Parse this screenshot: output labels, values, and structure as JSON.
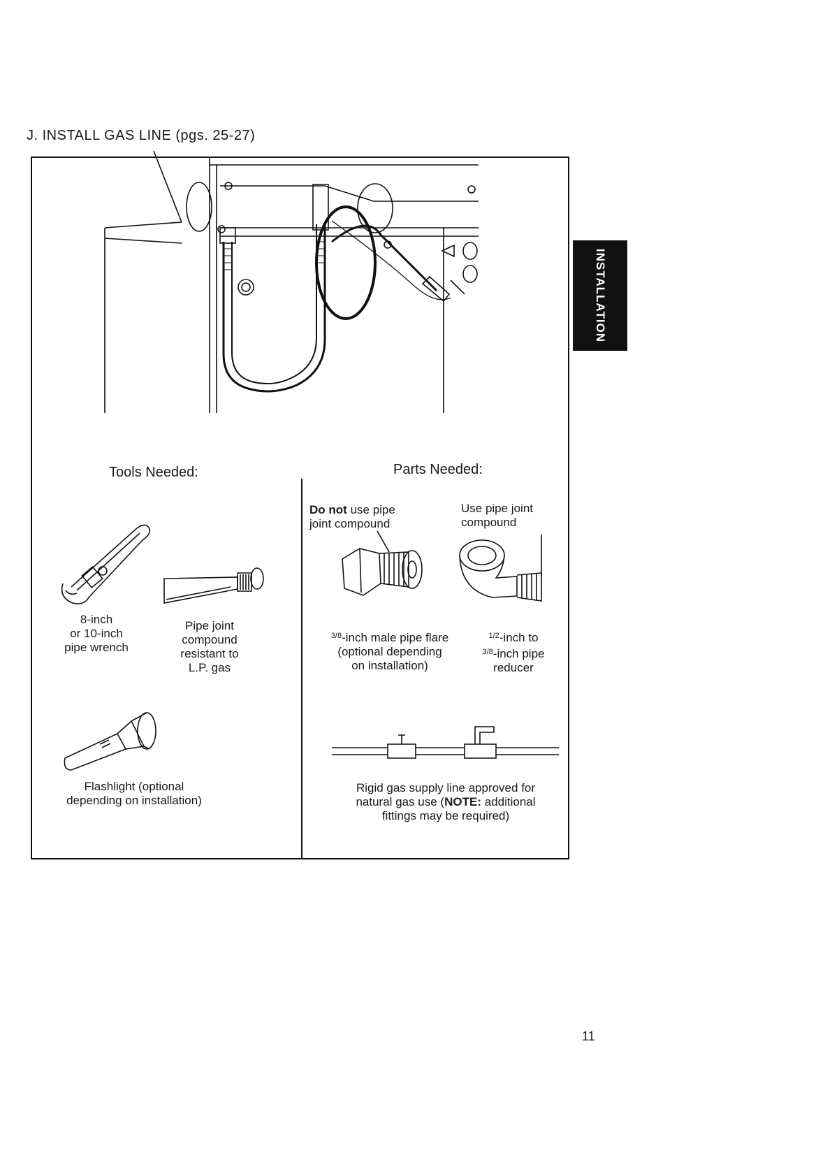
{
  "header": {
    "title": "J. INSTALL GAS LINE (pgs. 25-27)"
  },
  "side_tab": {
    "label": "INSTALLATION"
  },
  "tools": {
    "heading": "Tools Needed:",
    "wrench_caption": [
      "8-inch",
      "or 10-inch",
      "pipe wrench"
    ],
    "compound_caption": [
      "Pipe joint",
      "compound",
      "resistant to",
      "L.P. gas"
    ],
    "flashlight_caption": [
      "Flashlight (optional",
      "depending on installation)"
    ]
  },
  "parts": {
    "heading": "Parts Needed:",
    "do_not_bold": "Do not",
    "do_not_rest": "use pipe",
    "do_not_line2": "joint compound",
    "use_compound": [
      "Use pipe joint",
      "compound"
    ],
    "flare_frac": "3/8",
    "flare_caption_1": "-inch male pipe flare",
    "flare_caption_2": "(optional depending",
    "flare_caption_3": "on installation)",
    "reducer_frac_1": "1/2",
    "reducer_caption_1": "-inch to",
    "reducer_frac_2": "3/8",
    "reducer_caption_2": "-inch pipe",
    "reducer_caption_3": "reducer",
    "rigid_caption_1": "Rigid gas supply line approved for",
    "rigid_caption_2a": "natural gas use (",
    "rigid_caption_2b": "NOTE:",
    "rigid_caption_2c": " additional",
    "rigid_caption_3": "fittings may be required)"
  },
  "page": {
    "number": "11"
  }
}
